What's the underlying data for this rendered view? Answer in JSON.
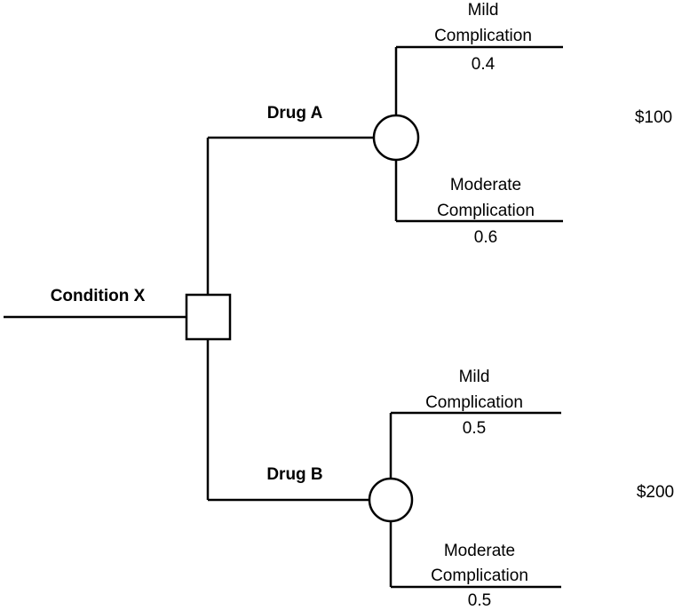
{
  "root": {
    "label": "Condition X"
  },
  "drug_a": {
    "label": "Drug A",
    "cost": "$100",
    "mild": {
      "line1": "Mild",
      "line2": "Complication",
      "prob": "0.4"
    },
    "moderate": {
      "line1": "Moderate",
      "line2": "Complication",
      "prob": "0.6"
    }
  },
  "drug_b": {
    "label": "Drug B",
    "cost": "$200",
    "mild": {
      "line1": "Mild",
      "line2": "Complication",
      "prob": "0.5"
    },
    "moderate": {
      "line1": "Moderate",
      "line2": "Complication",
      "prob": "0.5"
    }
  }
}
